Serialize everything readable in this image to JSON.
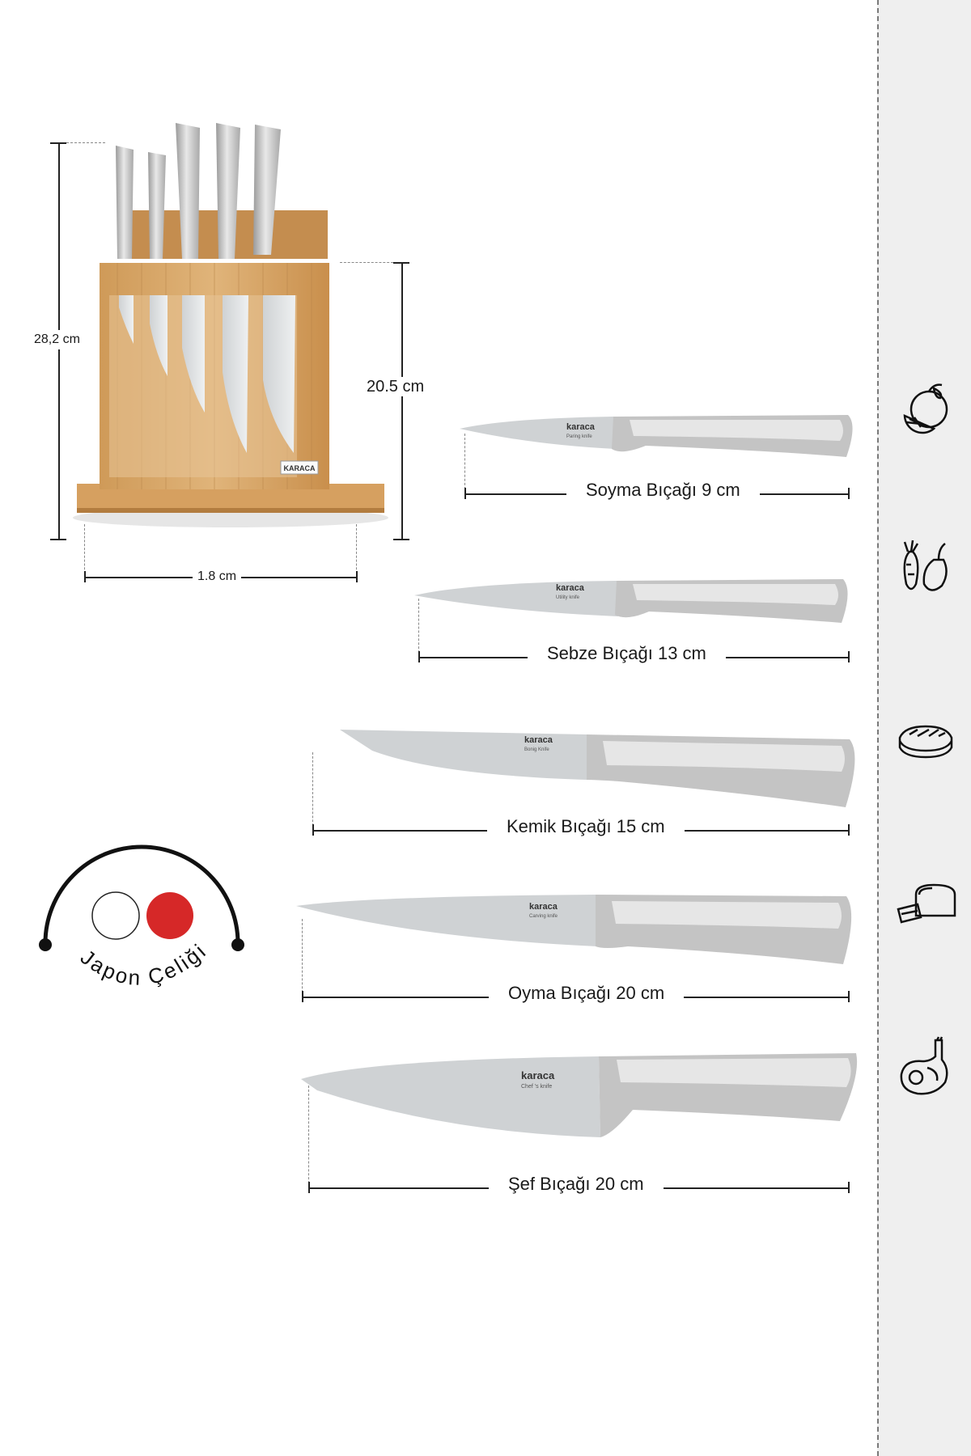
{
  "block": {
    "brand": "KARACA",
    "height_label": "28,2 cm",
    "inner_height_label": "20.5 cm",
    "width_label": "1.8 cm"
  },
  "knives": [
    {
      "brand": "karaca",
      "sub": "Paring knife",
      "label": "Soyma Bıçağı 9 cm"
    },
    {
      "brand": "karaca",
      "sub": "Utility knife",
      "label": "Sebze Bıçağı 13 cm"
    },
    {
      "brand": "karaca",
      "sub": "Bonig Knife",
      "label": "Kemik Bıçağı 15 cm"
    },
    {
      "brand": "karaca",
      "sub": "Carving knife",
      "label": "Oyma Bıçağı 20 cm"
    },
    {
      "brand": "karaca",
      "sub": "Chef 's knife",
      "label": "Şef Bıçağı 20 cm"
    }
  ],
  "steel": {
    "label": "Japon Çeliği",
    "colors": {
      "left_dot": "#ffffff",
      "right_dot": "#d62828"
    }
  },
  "side_icons": [
    "orange-icon",
    "vegetables-icon",
    "steak-icon",
    "bread-icon",
    "meat-chop-icon"
  ],
  "colors": {
    "panel": "#efefef",
    "bamboo": "#d9a969",
    "steel": "#c9c9c9"
  }
}
